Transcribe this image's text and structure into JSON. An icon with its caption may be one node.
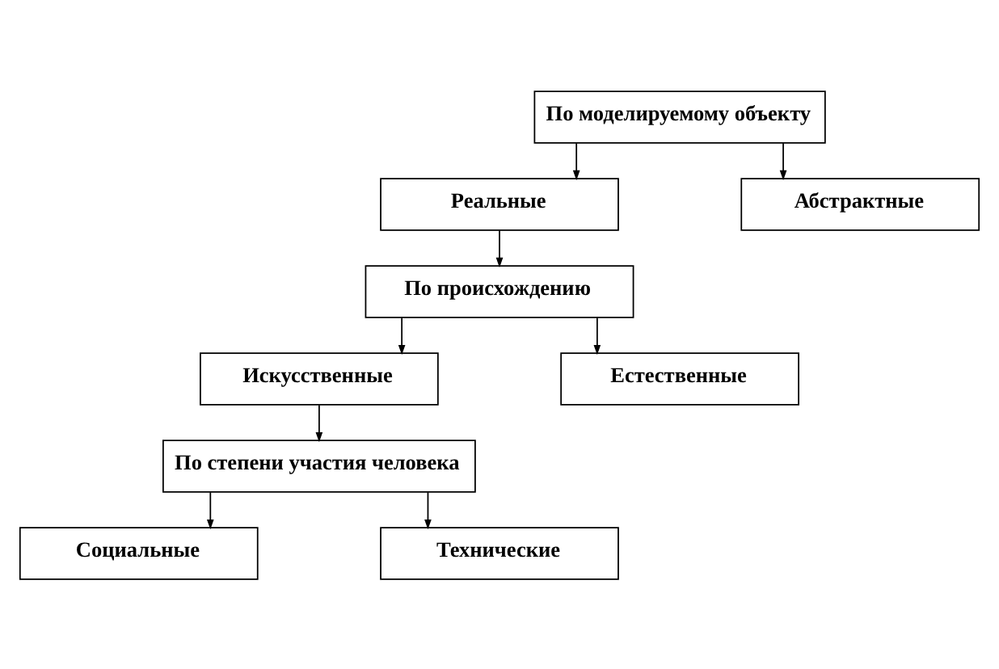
{
  "diagram": {
    "nodes": [
      {
        "text": [
          "По моделируемому объекту"
        ]
      },
      {
        "text": [
          "Реальные"
        ]
      },
      {
        "text": [
          "Абстрактные"
        ]
      },
      {
        "text": [
          "По происхождению"
        ]
      },
      {
        "text": [
          "Искусственные"
        ]
      },
      {
        "text": [
          "Естественные"
        ]
      },
      {
        "text": [
          "По степени участия человека"
        ]
      },
      {
        "text": [
          "Социальные"
        ]
      },
      {
        "text": [
          "Технические"
        ]
      }
    ],
    "edges": [
      {
        "from": 0,
        "to": 1,
        "arrow": "to"
      },
      {
        "from": 0,
        "to": 2,
        "arrow": "to"
      },
      {
        "from": 1,
        "to": 3,
        "arrow": "to"
      },
      {
        "from": 3,
        "to": 4,
        "arrow": "to"
      },
      {
        "from": 3,
        "to": 5,
        "arrow": "to"
      },
      {
        "from": 4,
        "to": 6,
        "arrow": "to"
      },
      {
        "from": 6,
        "to": 7,
        "arrow": "to"
      },
      {
        "from": 6,
        "to": 8,
        "arrow": "to"
      }
    ]
  }
}
